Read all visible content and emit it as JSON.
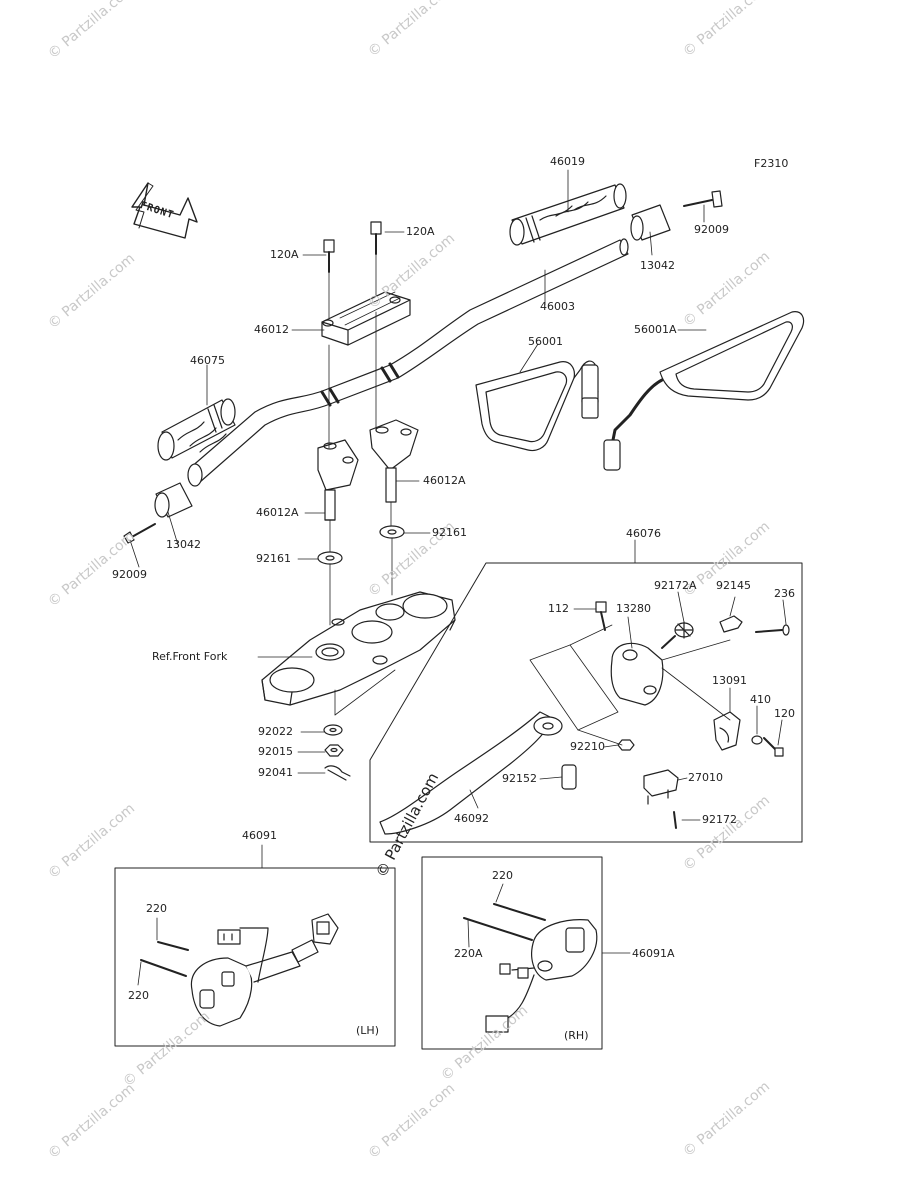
{
  "figure_code": "F2310",
  "front_arrow": "FRONT",
  "watermark": "© Partzilla.com",
  "watermark_main": "© Partzilla.com",
  "ref_label": "Ref.Front Fork",
  "side_labels": {
    "lh": "(LH)",
    "rh": "(RH)"
  },
  "parts": {
    "p46019": "46019",
    "p92009_top": "92009",
    "p13042_top": "13042",
    "p120A_a": "120A",
    "p120A_b": "120A",
    "p46003": "46003",
    "p46012": "46012",
    "p56001": "56001",
    "p56001A": "56001A",
    "p46075": "46075",
    "p46012A_right": "46012A",
    "p46012A_left": "46012A",
    "p13042_left": "13042",
    "p92009_left": "92009",
    "p92161_left": "92161",
    "p92161_right": "92161",
    "p46076": "46076",
    "p92172A": "92172A",
    "p92145": "92145",
    "p112": "112",
    "p13280": "13280",
    "p236": "236",
    "p13091": "13091",
    "p410": "410",
    "p120": "120",
    "p92210": "92210",
    "p27010": "27010",
    "p92152": "92152",
    "p46092": "46092",
    "p92172": "92172",
    "p92022": "92022",
    "p92015": "92015",
    "p92041": "92041",
    "p46091": "46091",
    "p220_a": "220",
    "p220_b": "220",
    "p220_c": "220",
    "p220A": "220A",
    "p46091A": "46091A"
  }
}
